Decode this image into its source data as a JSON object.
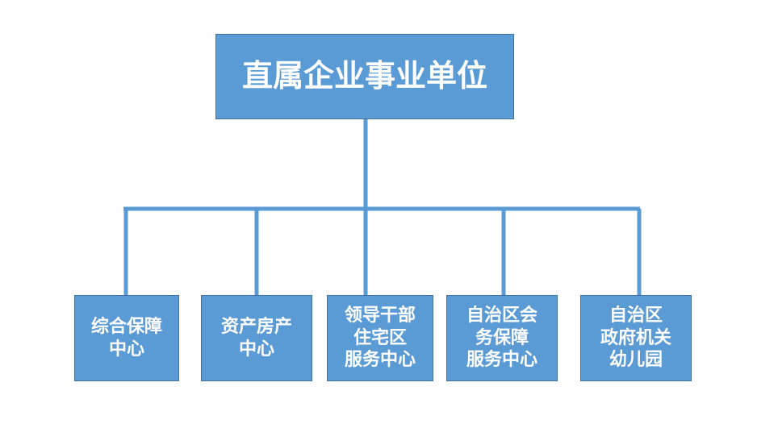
{
  "chart_data": {
    "type": "org-chart",
    "root": {
      "label": "直属企业事业单位"
    },
    "children": [
      {
        "label": "综合保障\n中心"
      },
      {
        "label": "资产房产\n中心"
      },
      {
        "label": "领导干部\n住宅区\n服务中心"
      },
      {
        "label": "自治区会\n务保障\n服务中心"
      },
      {
        "label": "自治区\n政府机关\n幼儿园"
      }
    ]
  },
  "colors": {
    "box_fill": "#5b9bd5",
    "box_border": "#41719c",
    "connector": "#5b9bd5",
    "text": "#ffffff"
  }
}
